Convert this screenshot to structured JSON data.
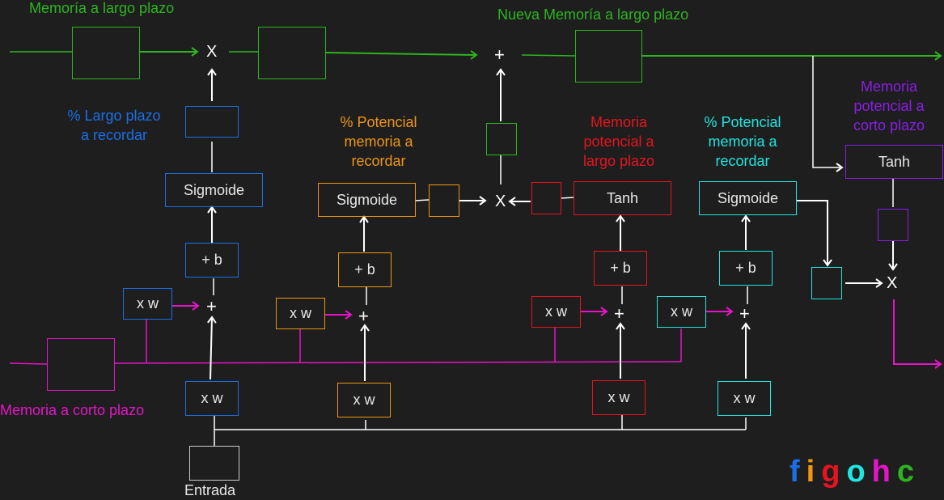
{
  "colors": {
    "background": "#1e1e1e",
    "long_term": "#2db51d",
    "short_term": "#e614c8",
    "forget_gate": "#1a6fe6",
    "input_gate": "#f0960f",
    "candidate": "#e6141e",
    "output_gate": "#1ee6e0",
    "output_candidate": "#8a1ee6",
    "input": "#cccccc",
    "arrow": "#ffffff"
  },
  "labels": {
    "long_term_memory": "Memoría a largo plazo",
    "new_long_term_memory": "Nueva Memoría a largo plazo",
    "short_term_memory": "Memoria a corto plazo",
    "forget_pct": "% Largo plazo\na recordar",
    "input_pct": "% Potencial\nmemoria a\nrecordar",
    "candidate_memory": "Memoria\npotencial a\nlargo plazo",
    "output_pct": "% Potencial\nmemoria a\nrecordar",
    "output_candidate": "Memoria\npotencial a\ncorto plazo",
    "input": "Entrada"
  },
  "nodes": {
    "sigmoid": "Sigmoide",
    "tanh": "Tanh",
    "bias": "+ b",
    "weight": "x w",
    "multiply": "X",
    "add": "+"
  },
  "logo": [
    {
      "ch": "f",
      "color": "#1a6fe6"
    },
    {
      "ch": "i",
      "color": "#f0960f"
    },
    {
      "ch": "g",
      "color": "#e6141e"
    },
    {
      "ch": "o",
      "color": "#1ee6e0"
    },
    {
      "ch": "h",
      "color": "#e614c8"
    },
    {
      "ch": "c",
      "color": "#2db51d"
    }
  ]
}
